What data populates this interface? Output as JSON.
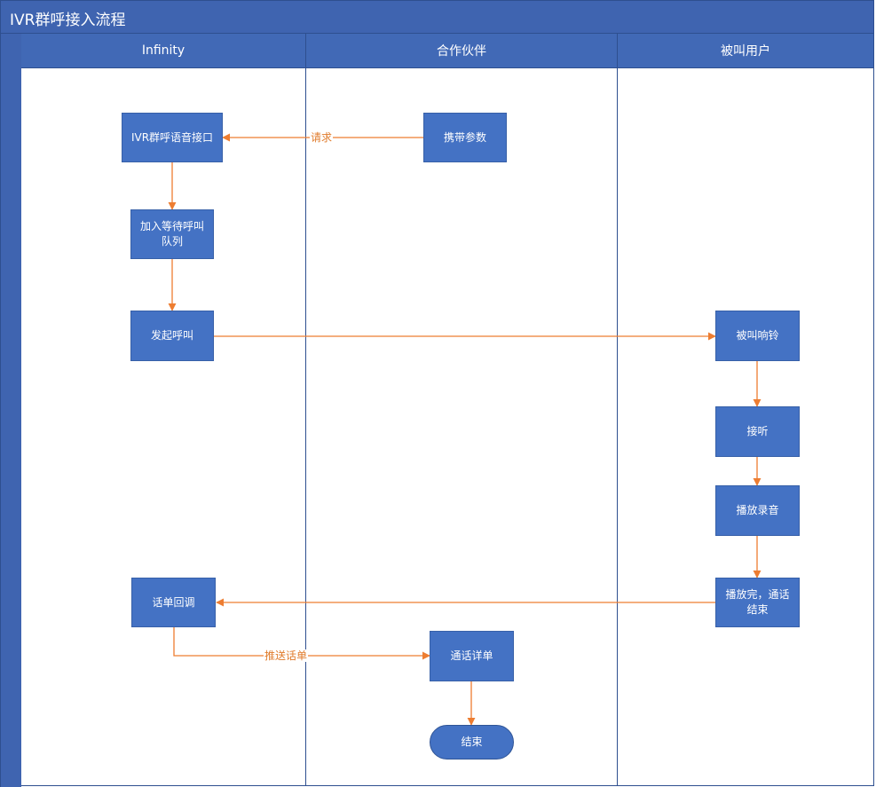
{
  "title": "IVR群呼接入流程",
  "colors": {
    "header_fill": "#3f64b0",
    "lane_header_fill": "#4169b6",
    "node_fill": "#4472c4",
    "connector": "#ed7d31",
    "connector_label": "#e07b2b"
  },
  "lanes": [
    {
      "id": "infinity",
      "label": "Infinity"
    },
    {
      "id": "partner",
      "label": "合作伙伴"
    },
    {
      "id": "callee",
      "label": "被叫用户"
    }
  ],
  "nodes": [
    {
      "id": "n1",
      "lane": "infinity",
      "label": "IVR群呼语音接口"
    },
    {
      "id": "n2",
      "lane": "partner",
      "label": "携带参数"
    },
    {
      "id": "n3",
      "lane": "infinity",
      "label": "加入等待呼叫\n队列"
    },
    {
      "id": "n4",
      "lane": "infinity",
      "label": "发起呼叫"
    },
    {
      "id": "n5",
      "lane": "callee",
      "label": "被叫响铃"
    },
    {
      "id": "n6",
      "lane": "callee",
      "label": "接听"
    },
    {
      "id": "n7",
      "lane": "callee",
      "label": "播放录音"
    },
    {
      "id": "n8",
      "lane": "callee",
      "label": "播放完，通话\n结束"
    },
    {
      "id": "n9",
      "lane": "infinity",
      "label": "话单回调"
    },
    {
      "id": "n10",
      "lane": "partner",
      "label": "通话详单"
    },
    {
      "id": "n11",
      "lane": "partner",
      "label": "结束",
      "shape": "terminal"
    }
  ],
  "edges": [
    {
      "id": "e1",
      "from": "n2",
      "to": "n1",
      "label": "请求"
    },
    {
      "id": "e2",
      "from": "n1",
      "to": "n3",
      "label": ""
    },
    {
      "id": "e3",
      "from": "n3",
      "to": "n4",
      "label": ""
    },
    {
      "id": "e4",
      "from": "n4",
      "to": "n5",
      "label": ""
    },
    {
      "id": "e5",
      "from": "n5",
      "to": "n6",
      "label": ""
    },
    {
      "id": "e6",
      "from": "n6",
      "to": "n7",
      "label": ""
    },
    {
      "id": "e7",
      "from": "n7",
      "to": "n8",
      "label": ""
    },
    {
      "id": "e8",
      "from": "n8",
      "to": "n9",
      "label": ""
    },
    {
      "id": "e9",
      "from": "n9",
      "to": "n10",
      "label": "推送话单"
    },
    {
      "id": "e10",
      "from": "n10",
      "to": "n11",
      "label": ""
    }
  ]
}
